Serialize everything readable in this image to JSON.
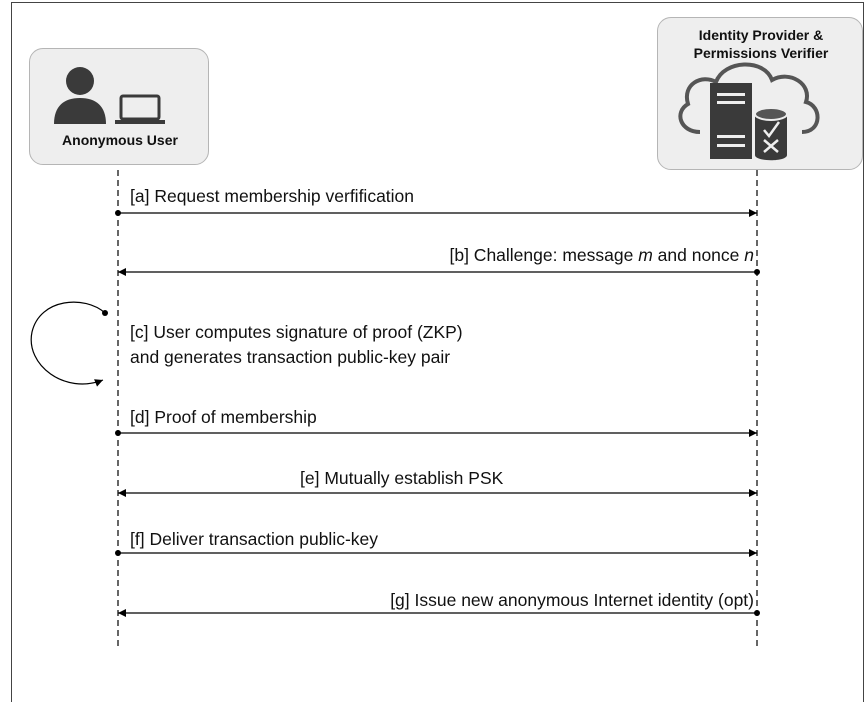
{
  "actors": {
    "user": {
      "label": "Anonymous User",
      "icon": "person-laptop-icon"
    },
    "idp": {
      "label_line1": "Identity Provider &",
      "label_line2": "Permissions Verifier",
      "icon": "cloud-server-database-icon"
    }
  },
  "messages": {
    "a": {
      "text": "[a] Request membership verfification",
      "direction": "user-to-idp"
    },
    "b": {
      "prefix": "[b] Challenge: message ",
      "var1": "m",
      "mid": " and nonce ",
      "var2": "n",
      "direction": "idp-to-user"
    },
    "c": {
      "line1": "[c] User computes signature of proof (ZKP)",
      "line2": "and generates transaction public-key pair",
      "direction": "self"
    },
    "d": {
      "text": "[d] Proof of membership",
      "direction": "user-to-idp"
    },
    "e": {
      "text": "[e] Mutually establish PSK",
      "direction": "bidirectional"
    },
    "f": {
      "text": "[f] Deliver transaction public-key",
      "direction": "user-to-idp"
    },
    "g": {
      "text": "[g] Issue new anonymous Internet identity (opt)",
      "direction": "idp-to-user"
    }
  },
  "colors": {
    "line": "#000000",
    "box_fill": "#eeeeee",
    "icon_dark": "#3a3a3a"
  }
}
